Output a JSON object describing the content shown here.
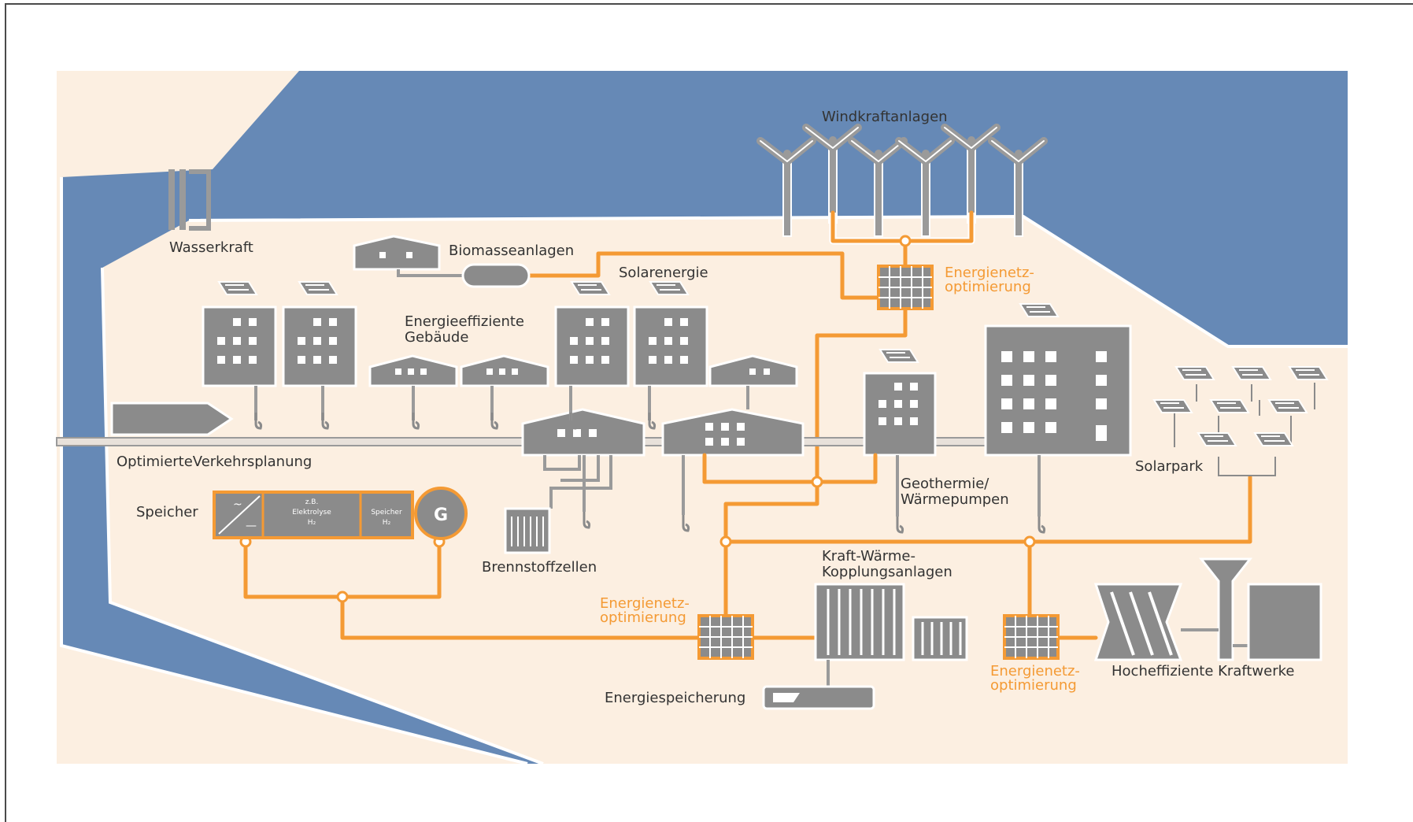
{
  "colors": {
    "water": "#6689b6",
    "land": "#fcefe1",
    "network": "#f49a34",
    "building": "#8b8b8b",
    "text": "#333333"
  },
  "labels": {
    "windkraft": "Windkraftanlagen",
    "wasserkraft": "Wasserkraft",
    "biomasse": "Biomasseanlagen",
    "solarenergie": "Solarenergie",
    "gebaeude_1": "Energieeffiziente",
    "gebaeude_2": "Gebäude",
    "netz_top_1": "Energienetz-",
    "netz_top_2": "optimierung",
    "verkehr": "OptimierteVerkehrsplanung",
    "speicher": "Speicher",
    "speicher_box_1": "z.B.",
    "speicher_box_2": "Elektrolyse",
    "speicher_box_3": "H₂",
    "speicher_box_4": "Speicher",
    "speicher_box_5": "H₂",
    "generator": "G",
    "brennstoff": "Brennstoffzellen",
    "geo_1": "Geothermie/",
    "geo_2": "Wärmepumpen",
    "solarpark": "Solarpark",
    "kwk_1": "Kraft-Wärme-",
    "kwk_2": "Kopplungsanlagen",
    "netz_mid_1": "Energienetz-",
    "netz_mid_2": "optimierung",
    "netz_right_1": "Energienetz-",
    "netz_right_2": "optimierung",
    "kraftwerke": "Hocheffiziente Kraftwerke",
    "energiespeicherung": "Energiespeicherung"
  },
  "icons": [
    "wind-turbine-icon",
    "solar-panel-icon",
    "building-icon",
    "house-icon",
    "boat-icon",
    "grid-node-icon",
    "generator-icon",
    "fuel-cell-icon",
    "cooling-tower-icon",
    "battery-icon",
    "dam-icon"
  ]
}
